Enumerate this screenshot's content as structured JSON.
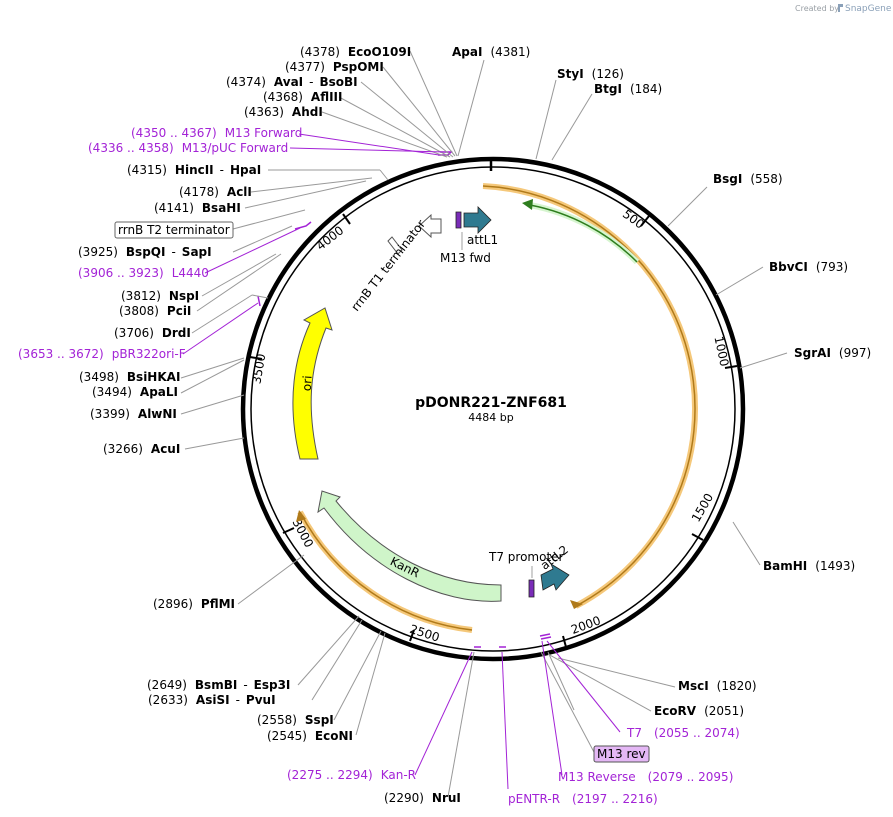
{
  "credit": {
    "created_by": "Created by",
    "brand": "SnapGene"
  },
  "plasmid": {
    "name": "pDONR221-ZNF681",
    "length": "4484 bp"
  },
  "ticks": [
    "500",
    "1000",
    "1500",
    "2000",
    "2500",
    "3000",
    "3500",
    "4000"
  ],
  "features": {
    "rrnb_t1": "rrnB T1 terminator",
    "m13_fwd": "M13 fwd",
    "attl1": "attL1",
    "t7_promoter": "T7 promoter",
    "attl2": "attL2",
    "kanr": "KanR",
    "ori": "ori",
    "rrnb_t2": "rrnB T2 terminator",
    "m13_rev": "M13 rev"
  },
  "sites": {
    "ecoo109i": {
      "pos": "(4378)",
      "name": "EcoO109I"
    },
    "apai": {
      "pos": "(4381)",
      "name": "ApaI"
    },
    "pspomi": {
      "pos": "(4377)",
      "name": "PspOMI"
    },
    "avai": {
      "pos": "(4374)",
      "name": "AvaI",
      "name2": "BsoBI"
    },
    "aflii": {
      "pos": "(4368)",
      "name": "AflIII"
    },
    "ahdi": {
      "pos": "(4363)",
      "name": "AhdI"
    },
    "styi": {
      "pos": "(126)",
      "name": "StyI"
    },
    "btgi": {
      "pos": "(184)",
      "name": "BtgI"
    },
    "bsgi": {
      "pos": "(558)",
      "name": "BsgI"
    },
    "bbvci": {
      "pos": "(793)",
      "name": "BbvCI"
    },
    "sgrai": {
      "pos": "(997)",
      "name": "SgrAI"
    },
    "bamhi": {
      "pos": "(1493)",
      "name": "BamHI"
    },
    "msci": {
      "pos": "(1820)",
      "name": "MscI"
    },
    "ecorv": {
      "pos": "(2051)",
      "name": "EcoRV"
    },
    "hincii": {
      "pos": "(4315)",
      "name": "HincII",
      "name2": "HpaI"
    },
    "acli": {
      "pos": "(4178)",
      "name": "AclI"
    },
    "bsahi": {
      "pos": "(4141)",
      "name": "BsaHI"
    },
    "bspqi": {
      "pos": "(3925)",
      "name": "BspQI",
      "name2": "SapI"
    },
    "nspi": {
      "pos": "(3812)",
      "name": "NspI"
    },
    "pcii": {
      "pos": "(3808)",
      "name": "PciI"
    },
    "drdi": {
      "pos": "(3706)",
      "name": "DrdI"
    },
    "bsihkai": {
      "pos": "(3498)",
      "name": "BsiHKAI"
    },
    "apali": {
      "pos": "(3494)",
      "name": "ApaLI"
    },
    "alwni": {
      "pos": "(3399)",
      "name": "AlwNI"
    },
    "acui": {
      "pos": "(3266)",
      "name": "AcuI"
    },
    "pflmi": {
      "pos": "(2896)",
      "name": "PflMI"
    },
    "bsmbi": {
      "pos": "(2649)",
      "name": "BsmBI",
      "name2": "Esp3I"
    },
    "asisi": {
      "pos": "(2633)",
      "name": "AsiSI",
      "name2": "PvuI"
    },
    "sspi": {
      "pos": "(2558)",
      "name": "SspI"
    },
    "econi": {
      "pos": "(2545)",
      "name": "EcoNI"
    },
    "nrui": {
      "pos": "(2290)",
      "name": "NruI"
    }
  },
  "primers": {
    "m13_forward": {
      "range": "(4350 .. 4367)",
      "name": "M13 Forward"
    },
    "m13_puc_forward": {
      "range": "(4336 .. 4358)",
      "name": "M13/pUC Forward"
    },
    "l4440": {
      "range": "(3906 .. 3923)",
      "name": "L4440"
    },
    "pbr322ori_f": {
      "range": "(3653 .. 3672)",
      "name": "pBR322ori-F"
    },
    "t7": {
      "name": "T7",
      "range": "(2055 .. 2074)"
    },
    "m13_reverse": {
      "name": "M13 Reverse",
      "range": "(2079 .. 2095)"
    },
    "kan_r": {
      "range": "(2275 .. 2294)",
      "name": "Kan-R"
    },
    "pentr_r": {
      "name": "pENTR-R",
      "range": "(2197 .. 2216)"
    }
  },
  "colors": {
    "backbone": "#000000",
    "purple": "#a323d6",
    "orf_orange": "#f5c87a",
    "orf_dark": "#b07a1a",
    "attl_teal": "#2f7a90",
    "kanr_green": "#cff5c9",
    "ori_yellow": "#ffff00",
    "znf_green": "#62c24f"
  }
}
